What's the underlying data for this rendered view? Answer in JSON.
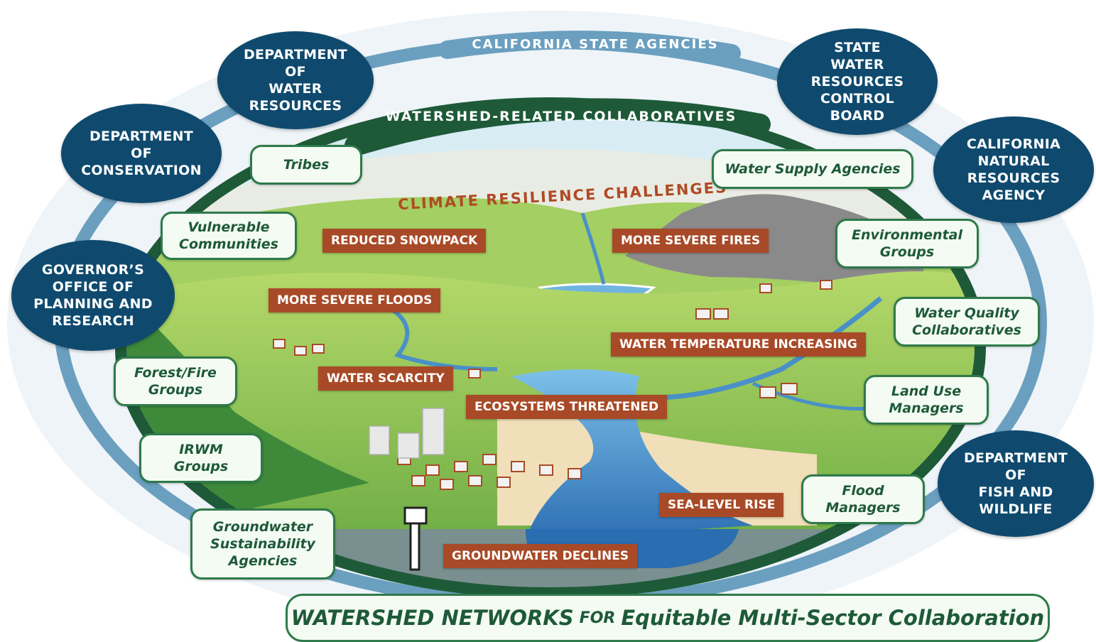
{
  "outer_ring_label": "CALIFORNIA STATE AGENCIES",
  "inner_ring_label": "WATERSHED-RELATED COLLABORATIVES",
  "center_title": "CLIMATE RESILIENCE CHALLENGES",
  "agencies": [
    {
      "id": "dwr",
      "label": "DEPARTMENT\nOF\nWATER\nRESOURCES"
    },
    {
      "id": "doc",
      "label": "DEPARTMENT\nOF\nCONSERVATION"
    },
    {
      "id": "opr",
      "label": "GOVERNOR’S\nOFFICE OF\nPLANNING AND\nRESEARCH"
    },
    {
      "id": "swrcb",
      "label": "STATE\nWATER\nRESOURCES\nCONTROL\nBOARD"
    },
    {
      "id": "cnra",
      "label": "CALIFORNIA\nNATURAL\nRESOURCES\nAGENCY"
    },
    {
      "id": "dfw",
      "label": "DEPARTMENT\nOF\nFISH AND\nWILDLIFE"
    }
  ],
  "collaboratives": [
    {
      "id": "tribes",
      "label": "Tribes"
    },
    {
      "id": "vulnerable",
      "label": "Vulnerable\nCommunities"
    },
    {
      "id": "forest",
      "label": "Forest/Fire\nGroups"
    },
    {
      "id": "irwm",
      "label": "IRWM\nGroups"
    },
    {
      "id": "gsa",
      "label": "Groundwater\nSustainability\nAgencies"
    },
    {
      "id": "watersupply",
      "label": "Water Supply Agencies"
    },
    {
      "id": "environmental",
      "label": "Environmental\nGroups"
    },
    {
      "id": "waterquality",
      "label": "Water Quality\nCollaboratives"
    },
    {
      "id": "landuse",
      "label": "Land Use\nManagers"
    },
    {
      "id": "flood",
      "label": "Flood\nManagers"
    }
  ],
  "challenges": [
    {
      "id": "snowpack",
      "label": "REDUCED SNOWPACK"
    },
    {
      "id": "fires",
      "label": "MORE SEVERE FIRES"
    },
    {
      "id": "floods",
      "label": "MORE SEVERE FLOODS"
    },
    {
      "id": "watertemp",
      "label": "WATER TEMPERATURE INCREASING"
    },
    {
      "id": "scarcity",
      "label": "WATER SCARCITY"
    },
    {
      "id": "ecosystems",
      "label": "ECOSYSTEMS THREATENED"
    },
    {
      "id": "sealevel",
      "label": "SEA-LEVEL RISE"
    },
    {
      "id": "groundwater",
      "label": "GROUNDWATER DECLINES"
    }
  ],
  "banner": {
    "part1": "WATERSHED NETWORKS",
    "part2": "FOR",
    "part3": "Equitable Multi-Sector Collaboration"
  },
  "colors": {
    "agency_fill": "#0f4a6e",
    "outer_ring": "#6b9fbf",
    "inner_ring": "#1e5a38",
    "challenge_fill": "#a84a27",
    "collab_border": "#2e7a4a",
    "land": "#8cc152",
    "water": "#4a90c8"
  }
}
